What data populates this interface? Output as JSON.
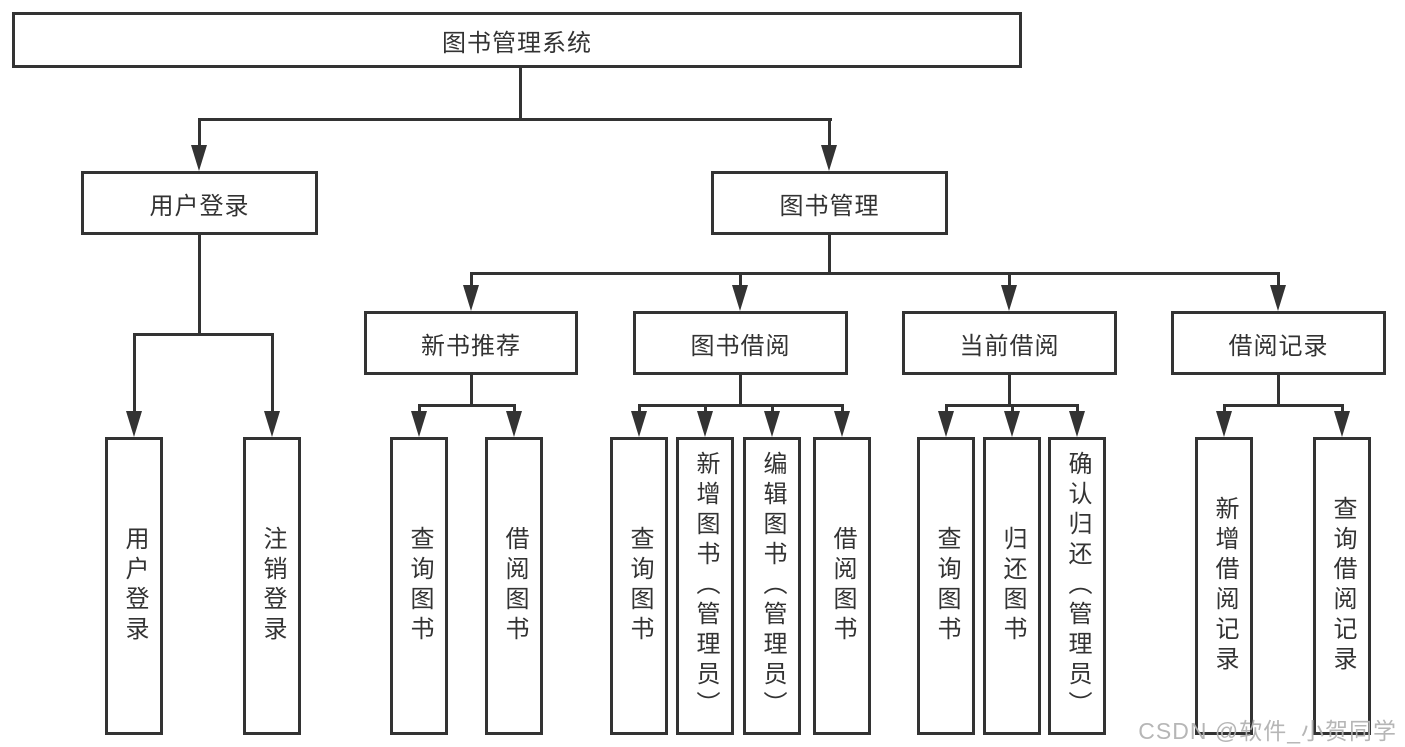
{
  "diagram": {
    "title": "图书管理系统",
    "watermark": "CSDN @软件_小贺同学",
    "colors": {
      "line": "#333333",
      "text": "#333333",
      "watermark": "#b3b3b3",
      "background": "#ffffff"
    },
    "nodes": {
      "root": "图书管理系统",
      "user_login": "用户登录",
      "book_mgmt": "图书管理",
      "new_book_rec": "新书推荐",
      "book_borrow": "图书借阅",
      "current_borrow": "当前借阅",
      "borrow_records": "借阅记录",
      "leaf_user_login": "用户登录",
      "leaf_logout": "注销登录",
      "leaf_query_book_1": "查询图书",
      "leaf_borrow_book_1": "借阅图书",
      "leaf_query_book_2": "查询图书",
      "leaf_add_book": "新增图书（管理员）",
      "leaf_edit_book": "编辑图书（管理员）",
      "leaf_borrow_book_2": "借阅图书",
      "leaf_query_book_3": "查询图书",
      "leaf_return_book": "归还图书",
      "leaf_confirm_return": "确认归还（管理员）",
      "leaf_add_record": "新增借阅记录",
      "leaf_query_record": "查询借阅记录"
    }
  }
}
